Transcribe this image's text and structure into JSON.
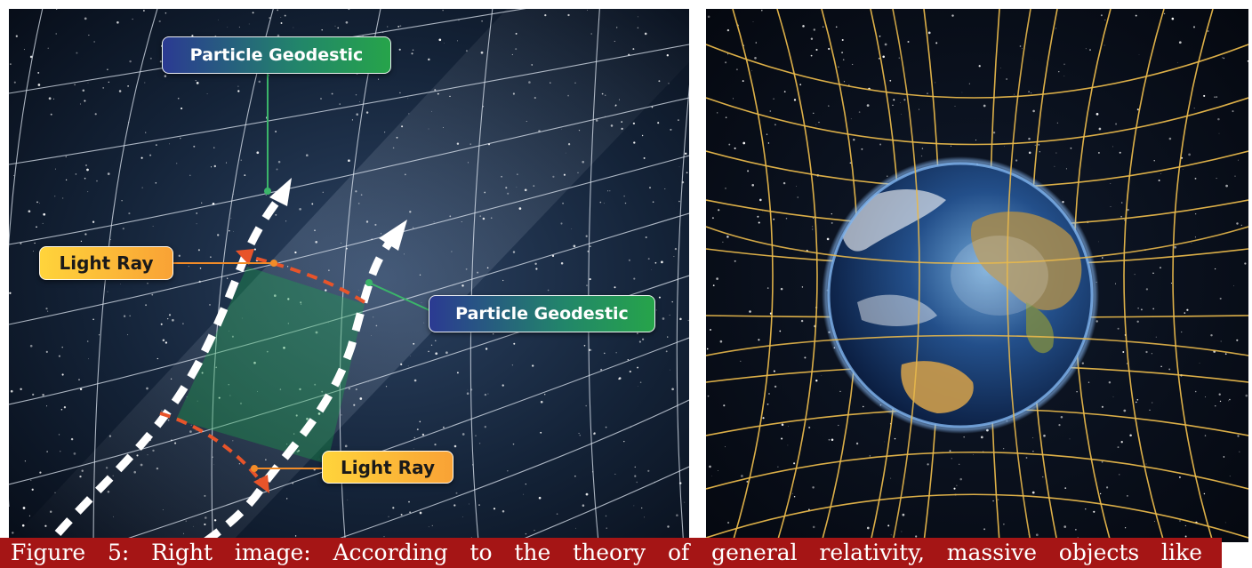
{
  "left_panel": {
    "labels": {
      "particle_geodestic_top": "Particle Geodestic",
      "particle_geodestic_right": "Particle Geodestic",
      "light_ray_top": "Light Ray",
      "light_ray_bottom": "Light Ray"
    }
  },
  "right_panel": {
    "grid_color": "#e8b84b"
  },
  "caption": {
    "text": "Figure 5: Right image: According to the theory of general relativity, massive objects like"
  },
  "colors": {
    "light_ray": "#e8542a",
    "geodesic_dash": "#ffffff",
    "label_gradient_start": "#2b3a92",
    "label_gradient_end": "#26a44a",
    "light_label_start": "#ffd43b",
    "light_label_end": "#f9a235",
    "caption_bar": "#a51515",
    "connector_green": "#3bb56a",
    "connector_orange": "#f28c28"
  }
}
